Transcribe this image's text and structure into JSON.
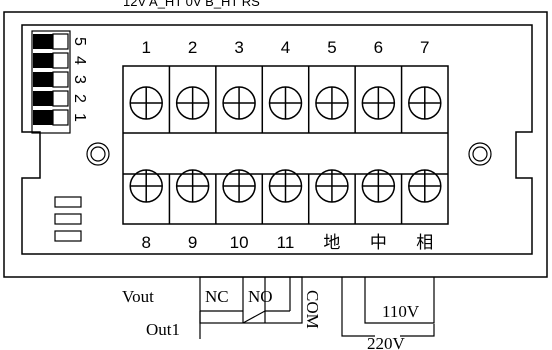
{
  "header_text": "12V  A_HT  0V  B_HT  RS",
  "dip_switch": {
    "numbers": [
      "5",
      "4",
      "3",
      "2",
      "1"
    ]
  },
  "top_terminals": [
    "1",
    "2",
    "3",
    "4",
    "5",
    "6",
    "7"
  ],
  "bottom_terminals": [
    "8",
    "9",
    "10",
    "11",
    "地",
    "中",
    "相"
  ],
  "wiring": {
    "vout": "Vout",
    "nc": "NC",
    "no": "NO",
    "com": "COM",
    "out1": "Out1",
    "v110": "110V",
    "v220": "220V"
  }
}
